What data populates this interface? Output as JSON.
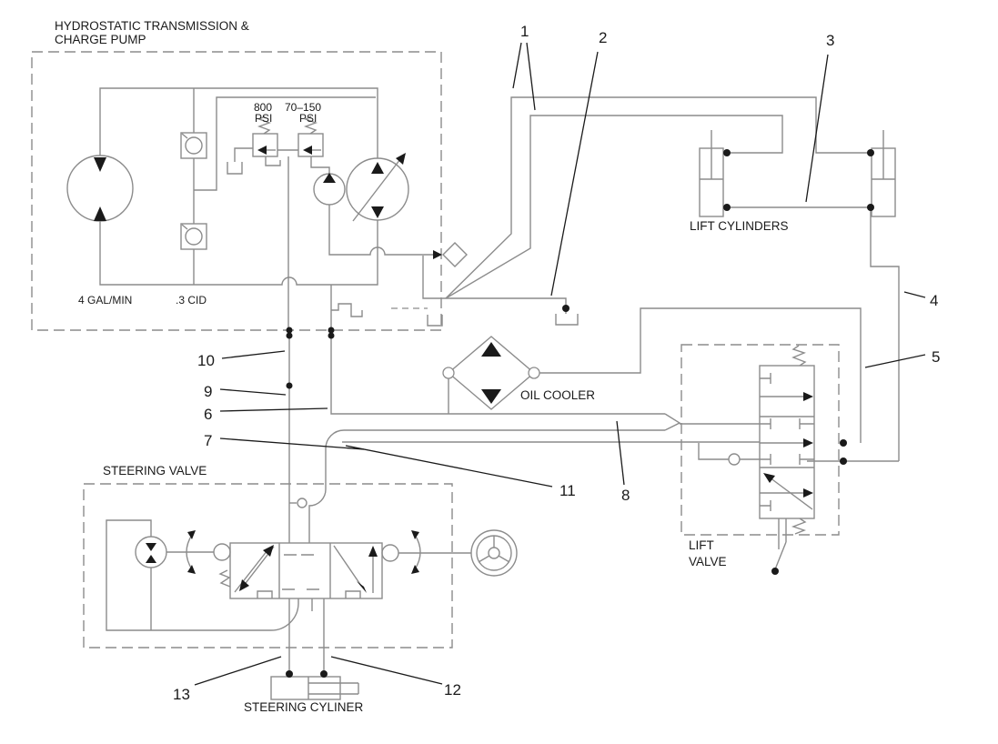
{
  "diagram": {
    "title_line1": "HYDROSTATIC TRANSMISSION &",
    "title_line2": "CHARGE PUMP",
    "labels": {
      "relief_800_value": "800",
      "relief_800_unit": "PSI",
      "relief_70150_value": "70–150",
      "relief_70150_unit": "PSI",
      "flow_rating": "4 GAL/MIN",
      "displacement": ".3 CID",
      "lift_cylinders": "LIFT CYLINDERS",
      "oil_cooler": "OIL COOLER",
      "lift_valve_line1": "LIFT",
      "lift_valve_line2": "VALVE",
      "steering_valve": "STEERING VALVE",
      "steering_cylinder": "STEERING CYLINER"
    },
    "callouts": [
      {
        "label": "1"
      },
      {
        "label": "2"
      },
      {
        "label": "3"
      },
      {
        "label": "4"
      },
      {
        "label": "5"
      },
      {
        "label": "6"
      },
      {
        "label": "7"
      },
      {
        "label": "8"
      },
      {
        "label": "9"
      },
      {
        "label": "10"
      },
      {
        "label": "11"
      },
      {
        "label": "12"
      },
      {
        "label": "13"
      }
    ],
    "colors": {
      "background": "#ffffff",
      "schematic_line": "#8c8c8c",
      "ink": "#1a1a1a"
    }
  }
}
